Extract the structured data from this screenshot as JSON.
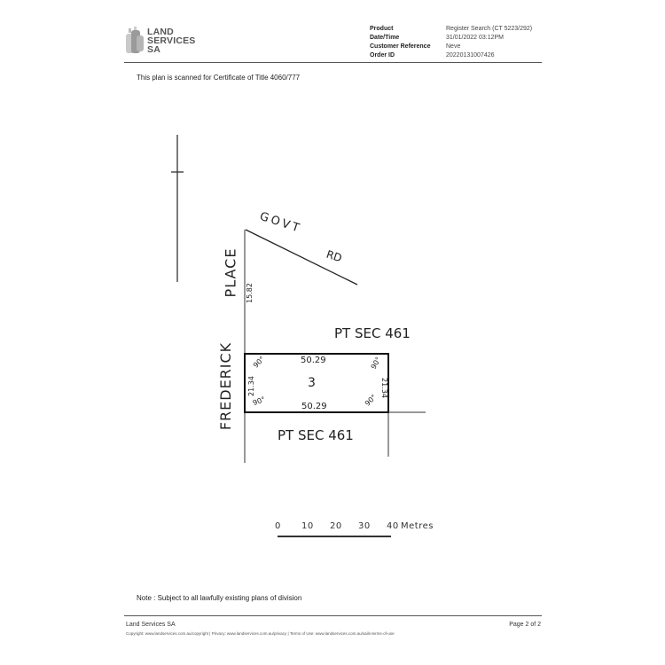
{
  "header": {
    "logo_lines": [
      "LAND",
      "SERVICES",
      "SA"
    ],
    "meta": [
      {
        "key": "Product",
        "value": "Register Search (CT 5223/292)"
      },
      {
        "key": "Date/Time",
        "value": "31/01/2022 03:12PM"
      },
      {
        "key": "Customer Reference",
        "value": "Neve"
      },
      {
        "key": "Order ID",
        "value": "20220131007426"
      }
    ]
  },
  "scan_note": "This plan is scanned for Certificate of Title 4060/777",
  "plan": {
    "road_govt": "GOVT",
    "road_rd": "RD",
    "street_place": "PLACE",
    "street_frederick": "FREDERICK",
    "frontage_dim": "15.82",
    "parcel_above": "PT SEC 461",
    "parcel_below": "PT SEC 461",
    "lot_number": "3",
    "lot_top_dim": "50.29",
    "lot_bottom_dim": "50.29",
    "lot_left_dim": "21.34",
    "lot_right_dim": "21.34",
    "angle_tl": "90°",
    "angle_tr": "90°",
    "angle_bl": "90°",
    "angle_br": "90°"
  },
  "scale_bar": {
    "ticks": [
      "0",
      "10",
      "20",
      "30",
      "40"
    ],
    "unit": "Metres"
  },
  "note": "Note : Subject to all lawfully  existing plans of division",
  "footer": {
    "org": "Land Services SA",
    "page": "Page 2 of 2",
    "copyright": "Copyright: www.landservices.com.au/copyright | Privacy: www.landservices.com.au/privacy | Terms of Use: www.landservices.com.au/sails-terms-of-use"
  }
}
